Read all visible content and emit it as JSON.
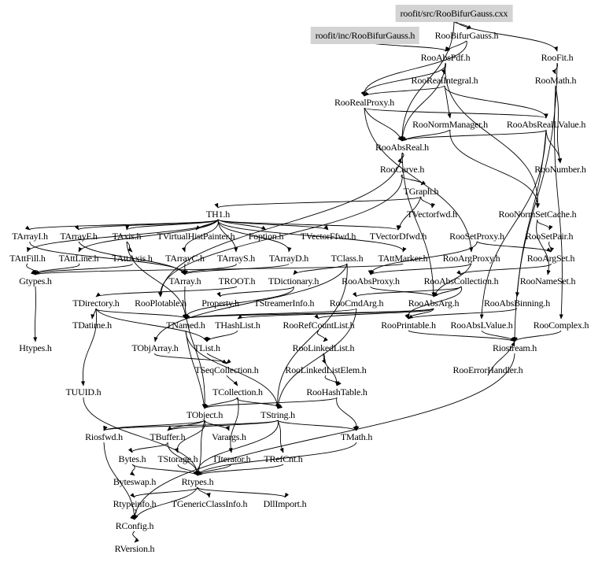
{
  "graph": {
    "type": "include-dependency-graph",
    "root_nodes": [
      "roofit/src/RooBifurGauss.cxx",
      "roofit/inc/RooBifurGauss.h"
    ],
    "root_fill": "#d3d3d3",
    "nodes": [
      {
        "id": "cxx",
        "label": "roofit/src/RooBifurGauss.cxx",
        "root": true
      },
      {
        "id": "inch",
        "label": "roofit/inc/RooBifurGauss.h",
        "root": true
      },
      {
        "id": "RooBifurGauss",
        "label": "RooBifurGauss.h"
      },
      {
        "id": "RooAbsPdf",
        "label": "RooAbsPdf.h"
      },
      {
        "id": "RooFit",
        "label": "RooFit.h"
      },
      {
        "id": "RooRealIntegral",
        "label": "RooRealIntegral.h"
      },
      {
        "id": "RooMath",
        "label": "RooMath.h"
      },
      {
        "id": "RooRealProxy",
        "label": "RooRealProxy.h"
      },
      {
        "id": "RooNormManager",
        "label": "RooNormManager.h"
      },
      {
        "id": "RooAbsRealLValue",
        "label": "RooAbsRealLValue.h"
      },
      {
        "id": "RooAbsReal",
        "label": "RooAbsReal.h"
      },
      {
        "id": "RooCurve",
        "label": "RooCurve.h"
      },
      {
        "id": "RooNumber",
        "label": "RooNumber.h"
      },
      {
        "id": "TGraph",
        "label": "TGraph.h"
      },
      {
        "id": "TH1",
        "label": "TH1.h"
      },
      {
        "id": "TVectorfwd",
        "label": "TVectorfwd.h"
      },
      {
        "id": "RooNormSetCache",
        "label": "RooNormSetCache.h"
      },
      {
        "id": "TArrayI",
        "label": "TArrayI.h"
      },
      {
        "id": "TArrayF",
        "label": "TArrayF.h"
      },
      {
        "id": "TAxis",
        "label": "TAxis.h"
      },
      {
        "id": "TVirtualHistPainter",
        "label": "TVirtualHistPainter.h"
      },
      {
        "id": "Foption",
        "label": "Foption.h"
      },
      {
        "id": "TVectorFfwd",
        "label": "TVectorFfwd.h"
      },
      {
        "id": "TVectorDfwd",
        "label": "TVectorDfwd.h"
      },
      {
        "id": "RooSetProxy",
        "label": "RooSetProxy.h"
      },
      {
        "id": "RooSetPair",
        "label": "RooSetPair.h"
      },
      {
        "id": "TAttFill",
        "label": "TAttFill.h"
      },
      {
        "id": "TAttLine",
        "label": "TAttLine.h"
      },
      {
        "id": "TAttAxis",
        "label": "TAttAxis.h"
      },
      {
        "id": "TArrayC",
        "label": "TArrayC.h"
      },
      {
        "id": "TArrayS",
        "label": "TArrayS.h"
      },
      {
        "id": "TArrayD",
        "label": "TArrayD.h"
      },
      {
        "id": "TClass",
        "label": "TClass.h"
      },
      {
        "id": "TAttMarker",
        "label": "TAttMarker.h"
      },
      {
        "id": "RooArgProxy",
        "label": "RooArgProxy.h"
      },
      {
        "id": "RooArgSet",
        "label": "RooArgSet.h"
      },
      {
        "id": "Gtypes",
        "label": "Gtypes.h"
      },
      {
        "id": "TArray",
        "label": "TArray.h"
      },
      {
        "id": "TROOT",
        "label": "TROOT.h"
      },
      {
        "id": "TDictionary",
        "label": "TDictionary.h"
      },
      {
        "id": "RooAbsProxy",
        "label": "RooAbsProxy.h"
      },
      {
        "id": "RooAbsCollection",
        "label": "RooAbsCollection.h"
      },
      {
        "id": "RooNameSet",
        "label": "RooNameSet.h"
      },
      {
        "id": "TDirectory",
        "label": "TDirectory.h"
      },
      {
        "id": "RooPlotable",
        "label": "RooPlotable.h"
      },
      {
        "id": "Property",
        "label": "Property.h"
      },
      {
        "id": "TStreamerInfo",
        "label": "TStreamerInfo.h"
      },
      {
        "id": "RooCmdArg",
        "label": "RooCmdArg.h"
      },
      {
        "id": "RooAbsArg",
        "label": "RooAbsArg.h"
      },
      {
        "id": "RooAbsBinning",
        "label": "RooAbsBinning.h"
      },
      {
        "id": "TDatime",
        "label": "TDatime.h"
      },
      {
        "id": "TNamed",
        "label": "TNamed.h"
      },
      {
        "id": "THashList",
        "label": "THashList.h"
      },
      {
        "id": "RooRefCountList",
        "label": "RooRefCountList.h"
      },
      {
        "id": "RooPrintable",
        "label": "RooPrintable.h"
      },
      {
        "id": "RooAbsLValue",
        "label": "RooAbsLValue.h"
      },
      {
        "id": "RooComplex",
        "label": "RooComplex.h"
      },
      {
        "id": "Htypes",
        "label": "Htypes.h"
      },
      {
        "id": "TObjArray",
        "label": "TObjArray.h"
      },
      {
        "id": "TList",
        "label": "TList.h"
      },
      {
        "id": "RooLinkedList",
        "label": "RooLinkedList.h"
      },
      {
        "id": "Riostream",
        "label": "Riostream.h"
      },
      {
        "id": "TSeqCollection",
        "label": "TSeqCollection.h"
      },
      {
        "id": "RooLinkedListElem",
        "label": "RooLinkedListElem.h"
      },
      {
        "id": "RooErrorHandler",
        "label": "RooErrorHandler.h"
      },
      {
        "id": "TUUID",
        "label": "TUUID.h"
      },
      {
        "id": "TCollection",
        "label": "TCollection.h"
      },
      {
        "id": "RooHashTable",
        "label": "RooHashTable.h"
      },
      {
        "id": "TObject",
        "label": "TObject.h"
      },
      {
        "id": "TString",
        "label": "TString.h"
      },
      {
        "id": "Riosfwd",
        "label": "Riosfwd.h"
      },
      {
        "id": "TBuffer",
        "label": "TBuffer.h"
      },
      {
        "id": "Varargs",
        "label": "Varargs.h"
      },
      {
        "id": "TMath",
        "label": "TMath.h"
      },
      {
        "id": "Bytes",
        "label": "Bytes.h"
      },
      {
        "id": "TStorage",
        "label": "TStorage.h"
      },
      {
        "id": "TIterator",
        "label": "TIterator.h"
      },
      {
        "id": "TRefCnt",
        "label": "TRefCnt.h"
      },
      {
        "id": "Byteswap",
        "label": "Byteswap.h"
      },
      {
        "id": "Rtypes",
        "label": "Rtypes.h"
      },
      {
        "id": "Rtypeinfo",
        "label": "Rtypeinfo.h"
      },
      {
        "id": "TGenericClassInfo",
        "label": "TGenericClassInfo.h"
      },
      {
        "id": "DllImport",
        "label": "DllImport.h"
      },
      {
        "id": "RConfig",
        "label": "RConfig.h"
      },
      {
        "id": "RVersion",
        "label": "RVersion.h"
      }
    ],
    "edges": [
      [
        "cxx",
        "RooBifurGauss"
      ],
      [
        "cxx",
        "RooFit"
      ],
      [
        "cxx",
        "RooAbsReal"
      ],
      [
        "inch",
        "RooAbsPdf"
      ],
      [
        "RooBifurGauss",
        "RooAbsPdf"
      ],
      [
        "RooBifurGauss",
        "RooRealProxy"
      ],
      [
        "RooAbsPdf",
        "RooRealIntegral"
      ],
      [
        "RooAbsPdf",
        "RooAbsReal"
      ],
      [
        "RooAbsPdf",
        "RooNormSetCache"
      ],
      [
        "RooAbsPdf",
        "RooRealProxy"
      ],
      [
        "RooFit",
        "RooMath"
      ],
      [
        "RooFit",
        "Riostream"
      ],
      [
        "RooMath",
        "RooComplex"
      ],
      [
        "RooMath",
        "RooNumber"
      ],
      [
        "RooRealIntegral",
        "RooNormManager"
      ],
      [
        "RooRealIntegral",
        "RooAbsRealLValue"
      ],
      [
        "RooRealIntegral",
        "RooRealProxy"
      ],
      [
        "RooRealProxy",
        "RooAbsReal"
      ],
      [
        "RooRealProxy",
        "RooArgProxy"
      ],
      [
        "RooRealProxy",
        "RooAbsRealLValue"
      ],
      [
        "RooNormManager",
        "RooNormSetCache"
      ],
      [
        "RooNormManager",
        "RooAbsReal"
      ],
      [
        "RooAbsRealLValue",
        "RooAbsReal"
      ],
      [
        "RooAbsRealLValue",
        "RooNumber"
      ],
      [
        "RooAbsRealLValue",
        "RooAbsLValue"
      ],
      [
        "RooAbsRealLValue",
        "RooAbsBinning"
      ],
      [
        "RooAbsReal",
        "RooCurve"
      ],
      [
        "RooAbsReal",
        "RooAbsArg"
      ],
      [
        "RooAbsReal",
        "RooPlotable"
      ],
      [
        "RooCurve",
        "TGraph"
      ],
      [
        "RooCurve",
        "RooPlotable"
      ],
      [
        "TGraph",
        "TH1"
      ],
      [
        "TGraph",
        "TVectorfwd"
      ],
      [
        "TGraph",
        "TVectorDfwd"
      ],
      [
        "TH1",
        "TArrayI"
      ],
      [
        "TH1",
        "TArrayF"
      ],
      [
        "TH1",
        "TAxis"
      ],
      [
        "TH1",
        "TVirtualHistPainter"
      ],
      [
        "TH1",
        "Foption"
      ],
      [
        "TH1",
        "TVectorFfwd"
      ],
      [
        "TH1",
        "TVectorDfwd"
      ],
      [
        "TH1",
        "TAttFill"
      ],
      [
        "TH1",
        "TAttLine"
      ],
      [
        "TH1",
        "TArrayC"
      ],
      [
        "TH1",
        "TArrayS"
      ],
      [
        "TH1",
        "TArrayD"
      ],
      [
        "TH1",
        "TAttMarker"
      ],
      [
        "TAxis",
        "TAttAxis"
      ],
      [
        "TAxis",
        "TNamed"
      ],
      [
        "RooNormSetCache",
        "RooSetPair"
      ],
      [
        "RooNormSetCache",
        "RooNameSet"
      ],
      [
        "RooSetProxy",
        "RooArgSet"
      ],
      [
        "RooSetProxy",
        "RooAbsProxy"
      ],
      [
        "RooSetPair",
        "RooArgSet"
      ],
      [
        "TAttFill",
        "Gtypes"
      ],
      [
        "TAttLine",
        "Gtypes"
      ],
      [
        "TAttAxis",
        "Gtypes"
      ],
      [
        "TArrayC",
        "TArray"
      ],
      [
        "TArrayI",
        "TArray"
      ],
      [
        "TArrayF",
        "TArray"
      ],
      [
        "TArrayS",
        "TArray"
      ],
      [
        "TArrayD",
        "TArray"
      ],
      [
        "TClass",
        "TDictionary"
      ],
      [
        "TClass",
        "TObjArray"
      ],
      [
        "TClass",
        "TString"
      ],
      [
        "TAttMarker",
        "Gtypes"
      ],
      [
        "RooArgProxy",
        "RooAbsProxy"
      ],
      [
        "RooArgProxy",
        "RooAbsArg"
      ],
      [
        "RooArgSet",
        "RooAbsCollection"
      ],
      [
        "Gtypes",
        "Htypes"
      ],
      [
        "TArray",
        "TObject"
      ],
      [
        "TROOT",
        "TDirectory"
      ],
      [
        "TDictionary",
        "TNamed"
      ],
      [
        "TDictionary",
        "Property"
      ],
      [
        "RooAbsProxy",
        "RooAbsArg"
      ],
      [
        "RooAbsCollection",
        "RooAbsArg"
      ],
      [
        "RooAbsCollection",
        "RooPrintable"
      ],
      [
        "RooAbsCollection",
        "RooCmdArg"
      ],
      [
        "TDirectory",
        "TDatime"
      ],
      [
        "TDirectory",
        "TNamed"
      ],
      [
        "TDirectory",
        "TList"
      ],
      [
        "TDirectory",
        "TUUID"
      ],
      [
        "RooCmdArg",
        "TNamed"
      ],
      [
        "RooCmdArg",
        "TString"
      ],
      [
        "RooAbsArg",
        "THashList"
      ],
      [
        "RooAbsArg",
        "RooRefCountList"
      ],
      [
        "RooAbsArg",
        "RooPrintable"
      ],
      [
        "RooAbsArg",
        "TNamed"
      ],
      [
        "RooAbsBinning",
        "RooPrintable"
      ],
      [
        "TNamed",
        "TObject"
      ],
      [
        "TNamed",
        "TString"
      ],
      [
        "THashList",
        "TList"
      ],
      [
        "RooRefCountList",
        "RooLinkedList"
      ],
      [
        "RooPrintable",
        "Riostream"
      ],
      [
        "RooAbsLValue",
        "Riostream"
      ],
      [
        "RooComplex",
        "Riostream"
      ],
      [
        "TObjArray",
        "TSeqCollection"
      ],
      [
        "TList",
        "TSeqCollection"
      ],
      [
        "RooLinkedList",
        "RooLinkedListElem"
      ],
      [
        "RooLinkedList",
        "RooHashTable"
      ],
      [
        "RooLinkedListElem",
        "RooHashTable"
      ],
      [
        "RooErrorHandler",
        "Riostream"
      ],
      [
        "TSeqCollection",
        "TCollection"
      ],
      [
        "TUUID",
        "Rtypes"
      ],
      [
        "TCollection",
        "TObject"
      ],
      [
        "TCollection",
        "TString"
      ],
      [
        "TCollection",
        "TIterator"
      ],
      [
        "RooHashTable",
        "TObject"
      ],
      [
        "RooHashTable",
        "TMath"
      ],
      [
        "TObject",
        "Rtypes"
      ],
      [
        "TObject",
        "TStorage"
      ],
      [
        "TObject",
        "Varargs"
      ],
      [
        "TObject",
        "Riosfwd"
      ],
      [
        "TObject",
        "TBuffer"
      ],
      [
        "TString",
        "TRefCnt"
      ],
      [
        "TString",
        "TMath"
      ],
      [
        "TString",
        "Riosfwd"
      ],
      [
        "TString",
        "TBuffer"
      ],
      [
        "TString",
        "Rtypes"
      ],
      [
        "TBuffer",
        "Bytes"
      ],
      [
        "TBuffer",
        "Rtypes"
      ],
      [
        "TMath",
        "Rtypes"
      ],
      [
        "Bytes",
        "Byteswap"
      ],
      [
        "Bytes",
        "Rtypes"
      ],
      [
        "TStorage",
        "Rtypes"
      ],
      [
        "TIterator",
        "Rtypes"
      ],
      [
        "TRefCnt",
        "Rtypes"
      ],
      [
        "Rtypes",
        "Rtypeinfo"
      ],
      [
        "Rtypes",
        "TGenericClassInfo"
      ],
      [
        "Rtypes",
        "DllImport"
      ],
      [
        "Rtypes",
        "RConfig"
      ],
      [
        "Rtypeinfo",
        "RConfig"
      ],
      [
        "Riosfwd",
        "RConfig"
      ],
      [
        "Riostream",
        "RConfig"
      ],
      [
        "RConfig",
        "RVersion"
      ]
    ]
  }
}
